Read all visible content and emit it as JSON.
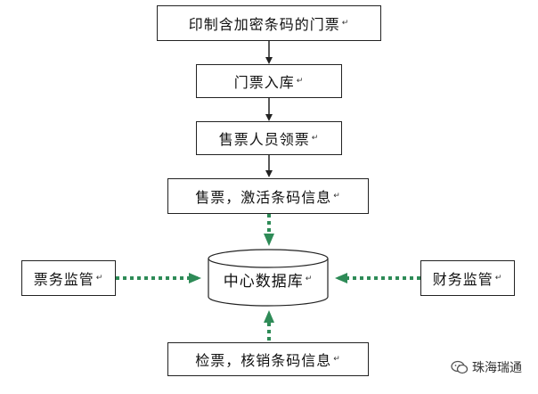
{
  "nodes": {
    "print": "印制含加密条码的门票",
    "stock": "门票入库",
    "collect": "售票人员领票",
    "sell": "售票，激活条码信息",
    "database": "中心数据库",
    "supervise": "票务监管",
    "finance": "财务监管",
    "check": "检票，核销条码信息"
  },
  "paragraph_mark": "↵",
  "watermark": "珠海瑞通",
  "colors": {
    "solid_arrow": "#222222",
    "dotted_arrow": "#2e8b57"
  }
}
